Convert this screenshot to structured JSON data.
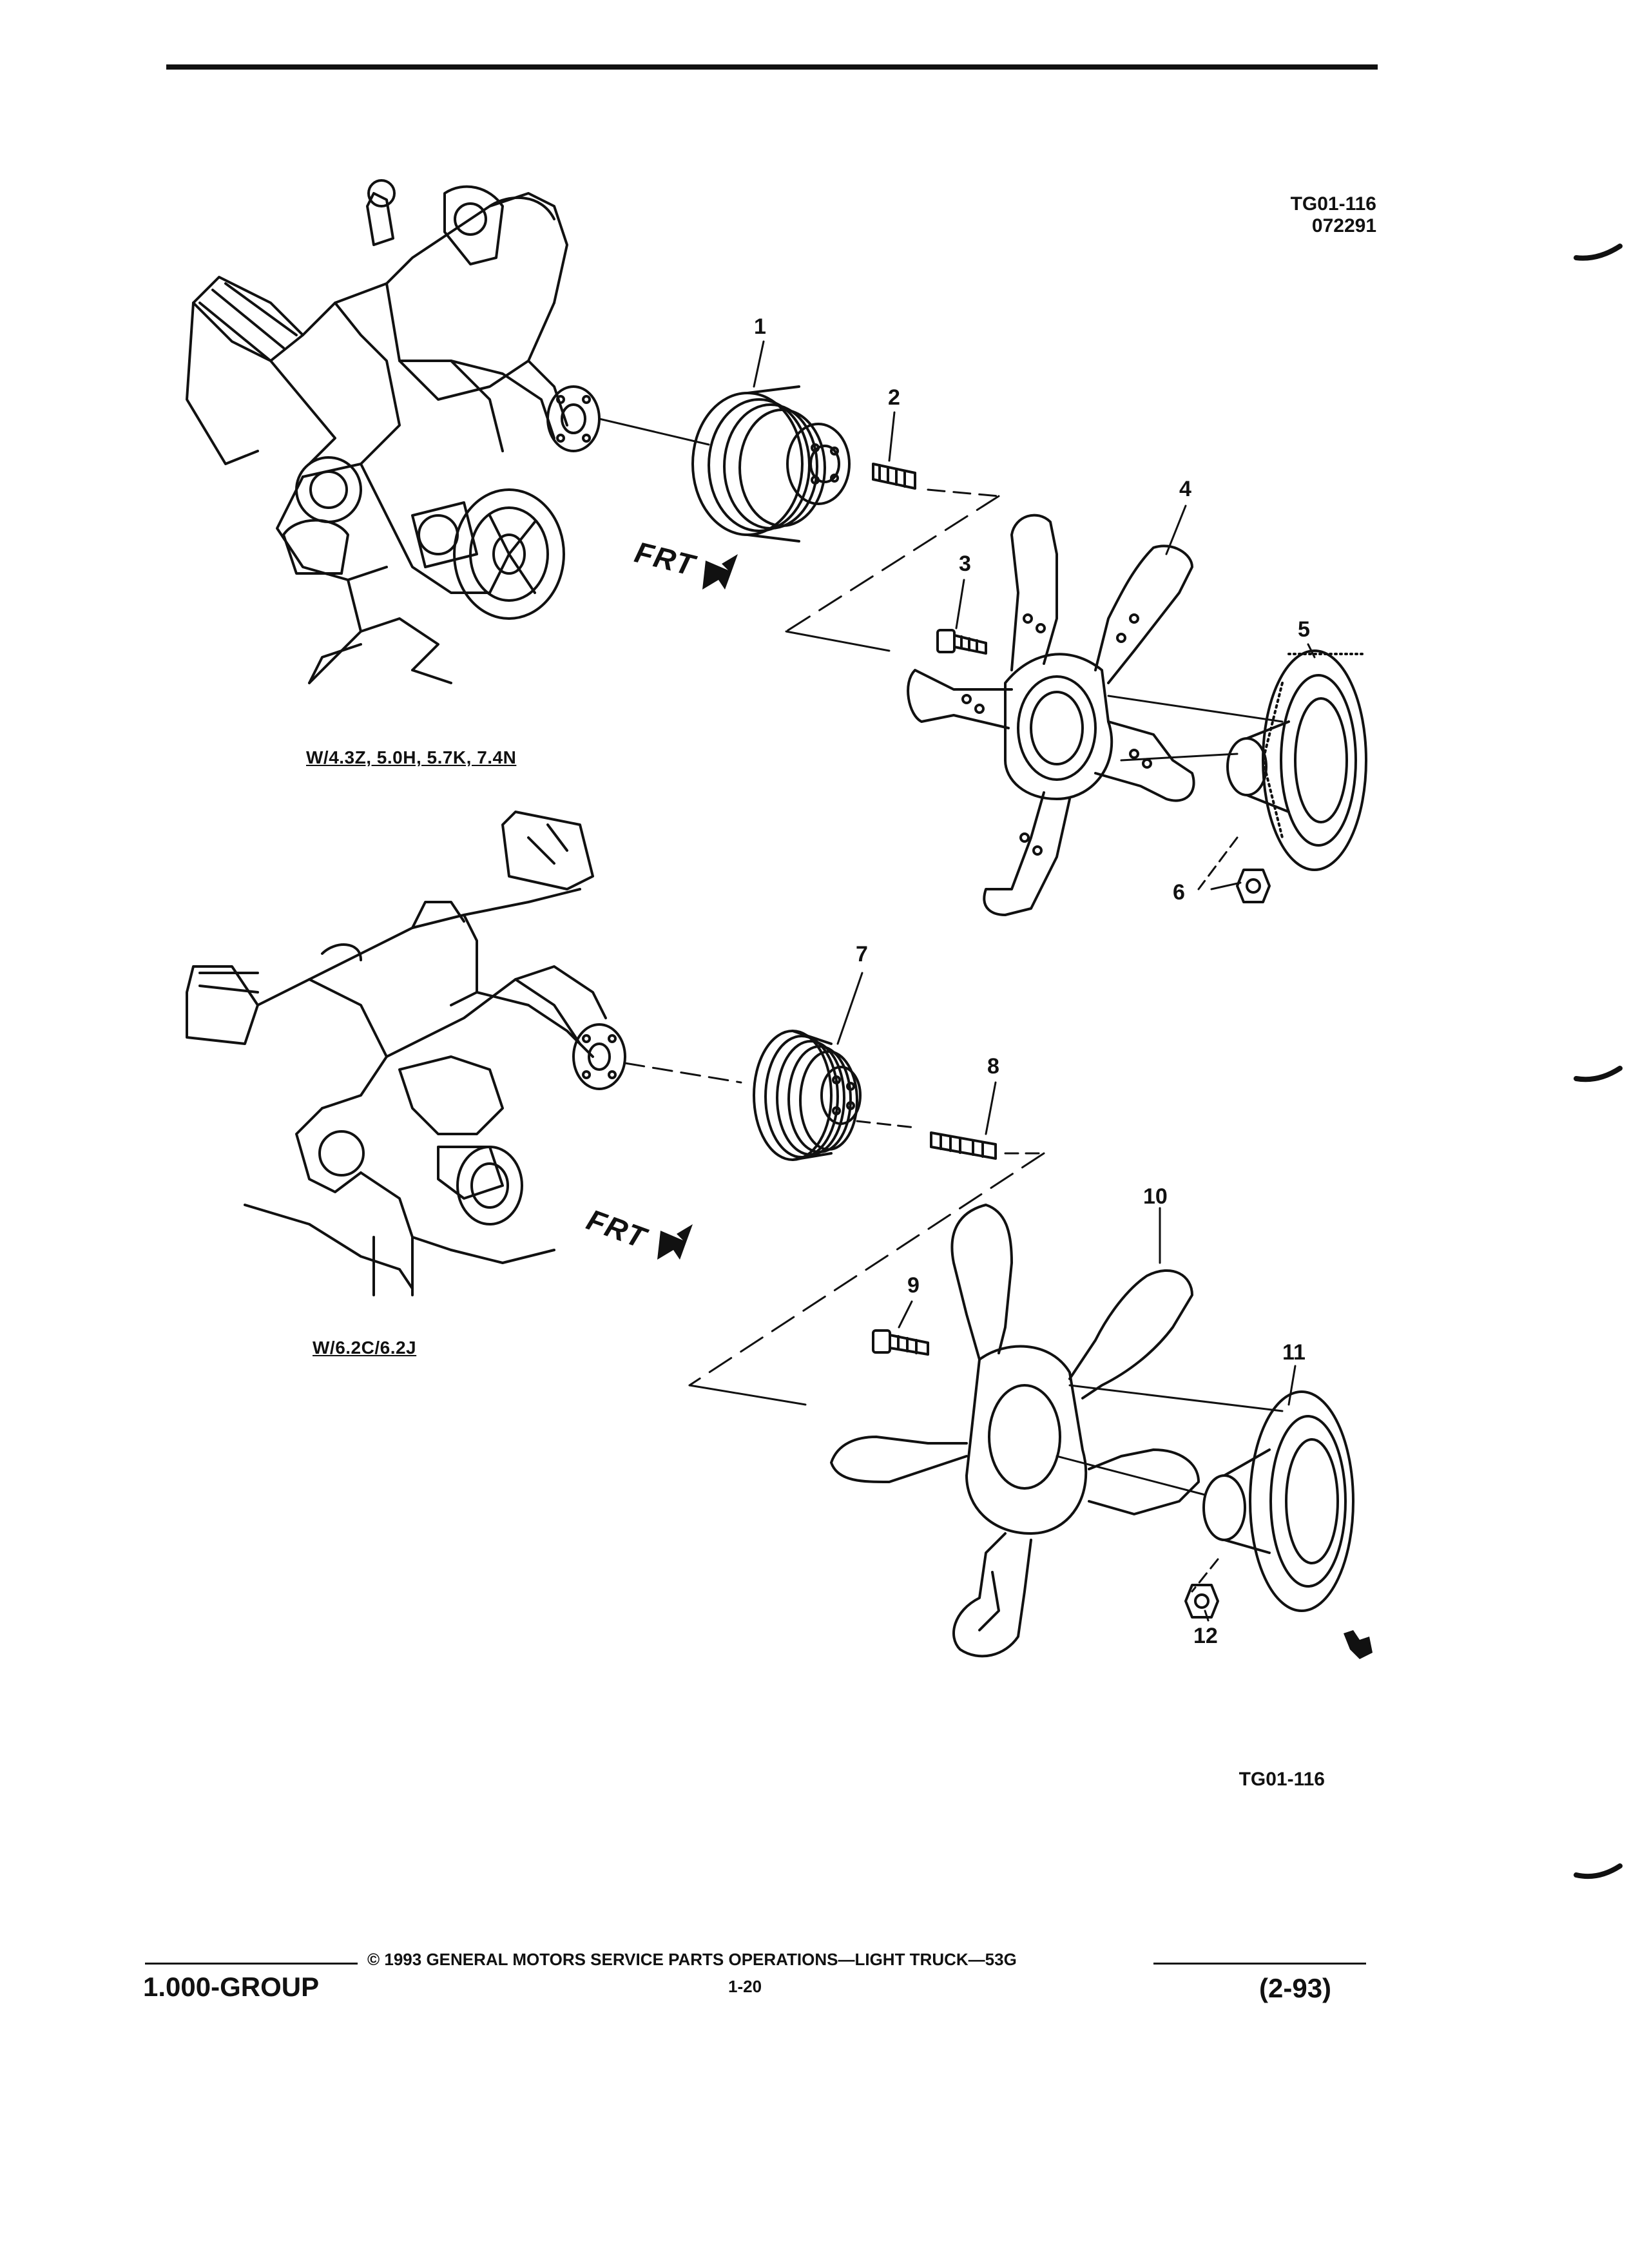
{
  "header": {
    "ref_code": "TG01-116",
    "date_code": "072291"
  },
  "upper_view": {
    "variant_label": "W/4.3Z, 5.0H, 5.7K, 7.4N",
    "direction_label": "FRT"
  },
  "lower_view": {
    "variant_label": "W/6.2C/6.2J",
    "direction_label": "FRT"
  },
  "callouts": [
    "1",
    "2",
    "3",
    "4",
    "5",
    "6",
    "7",
    "8",
    "9",
    "10",
    "11",
    "12"
  ],
  "figure_id": "TG01-116",
  "footer": {
    "copyright": "© 1993 GENERAL MOTORS SERVICE PARTS OPERATIONS—LIGHT TRUCK—53G",
    "group": "1.000-GROUP",
    "page": "1-20",
    "revision": "(2-93)"
  }
}
